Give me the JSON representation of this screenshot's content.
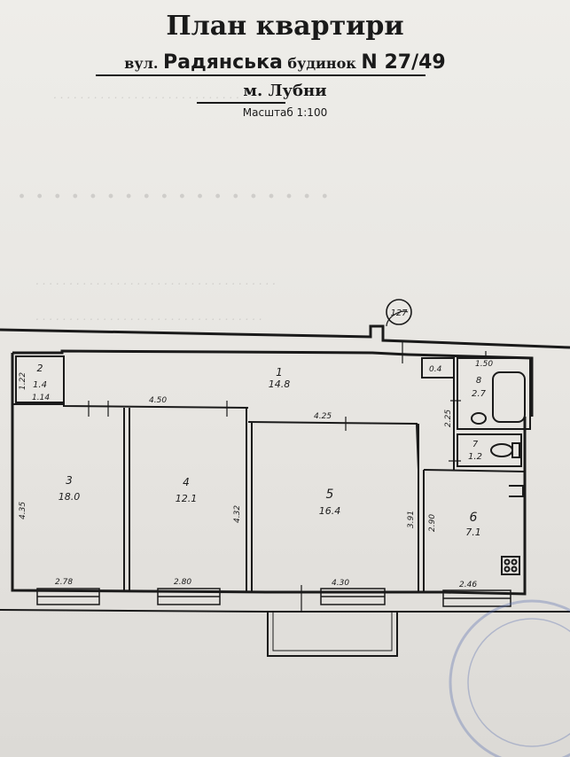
{
  "header": {
    "title": "План квартири",
    "street_prefix": "вул.",
    "street_name": "Радянська",
    "building_word": "будинок",
    "building_number": "N 27/49",
    "city": "м. Лубни",
    "scale": "Масштаб 1:100"
  },
  "plan": {
    "marker": "127",
    "rooms": [
      {
        "id": "1",
        "area": "14.8"
      },
      {
        "id": "2",
        "area": "1.4"
      },
      {
        "id": "3",
        "area": "18.0"
      },
      {
        "id": "4",
        "area": "12.1"
      },
      {
        "id": "5",
        "area": "16.4"
      },
      {
        "id": "6",
        "area": "7.1"
      },
      {
        "id": "7",
        "area": "1.2"
      },
      {
        "id": "8",
        "area": "2.7"
      }
    ],
    "dimensions": {
      "storage_height": "1.22",
      "storage_width": "1.14",
      "corridor_length": "4.50",
      "room5_width": "4.25",
      "bath_width": "1.50",
      "niche_width": "0.4",
      "wc_depth": "2.25",
      "room3_height": "4.35",
      "room4_height": "4.32",
      "room5_height": "3.91",
      "room6_height": "2.90",
      "room3_width": "2.78",
      "room4_width": "2.80",
      "room5_bottom": "4.30",
      "room6_width": "2.46"
    }
  }
}
